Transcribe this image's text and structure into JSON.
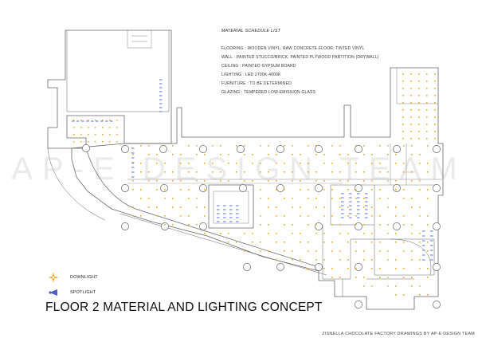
{
  "watermark": "AP-E DESIGN TEAM",
  "schedule": {
    "title": "MATERIAL SCHEDULE LIST",
    "items": [
      "FLOORING : WOODEN VINYL, RAW CONCRETE FLOOR, TINTED VINYL",
      "WALL : PAINTED STUCCO/BRICK, PAINTED PLYWOOD PARTITION (DRYWALL)",
      "CEILING : PAINTED GYPSUM BOARD",
      "LIGHTING : LED 2700K-4000K",
      "FURNITURE : TO BE DETERMINED",
      "GLAZING : TEMPERED LOW-EMISSION GLASS"
    ]
  },
  "legend": {
    "downlight": "DOWNLIGHT",
    "spotlight": "SPOTLIGHT"
  },
  "title": "FLOOR 2 MATERIAL AND LIGHTING CONCEPT",
  "credits": "ZISNELLA CHOCOLATE FACTORY DRAWINGS BY AP-E DESIGN TEAM",
  "colors": {
    "wall": "#666666",
    "downlight": "#f2a31b",
    "spotlight": "#4a5fd1",
    "watermark": "#d9d9d9"
  }
}
